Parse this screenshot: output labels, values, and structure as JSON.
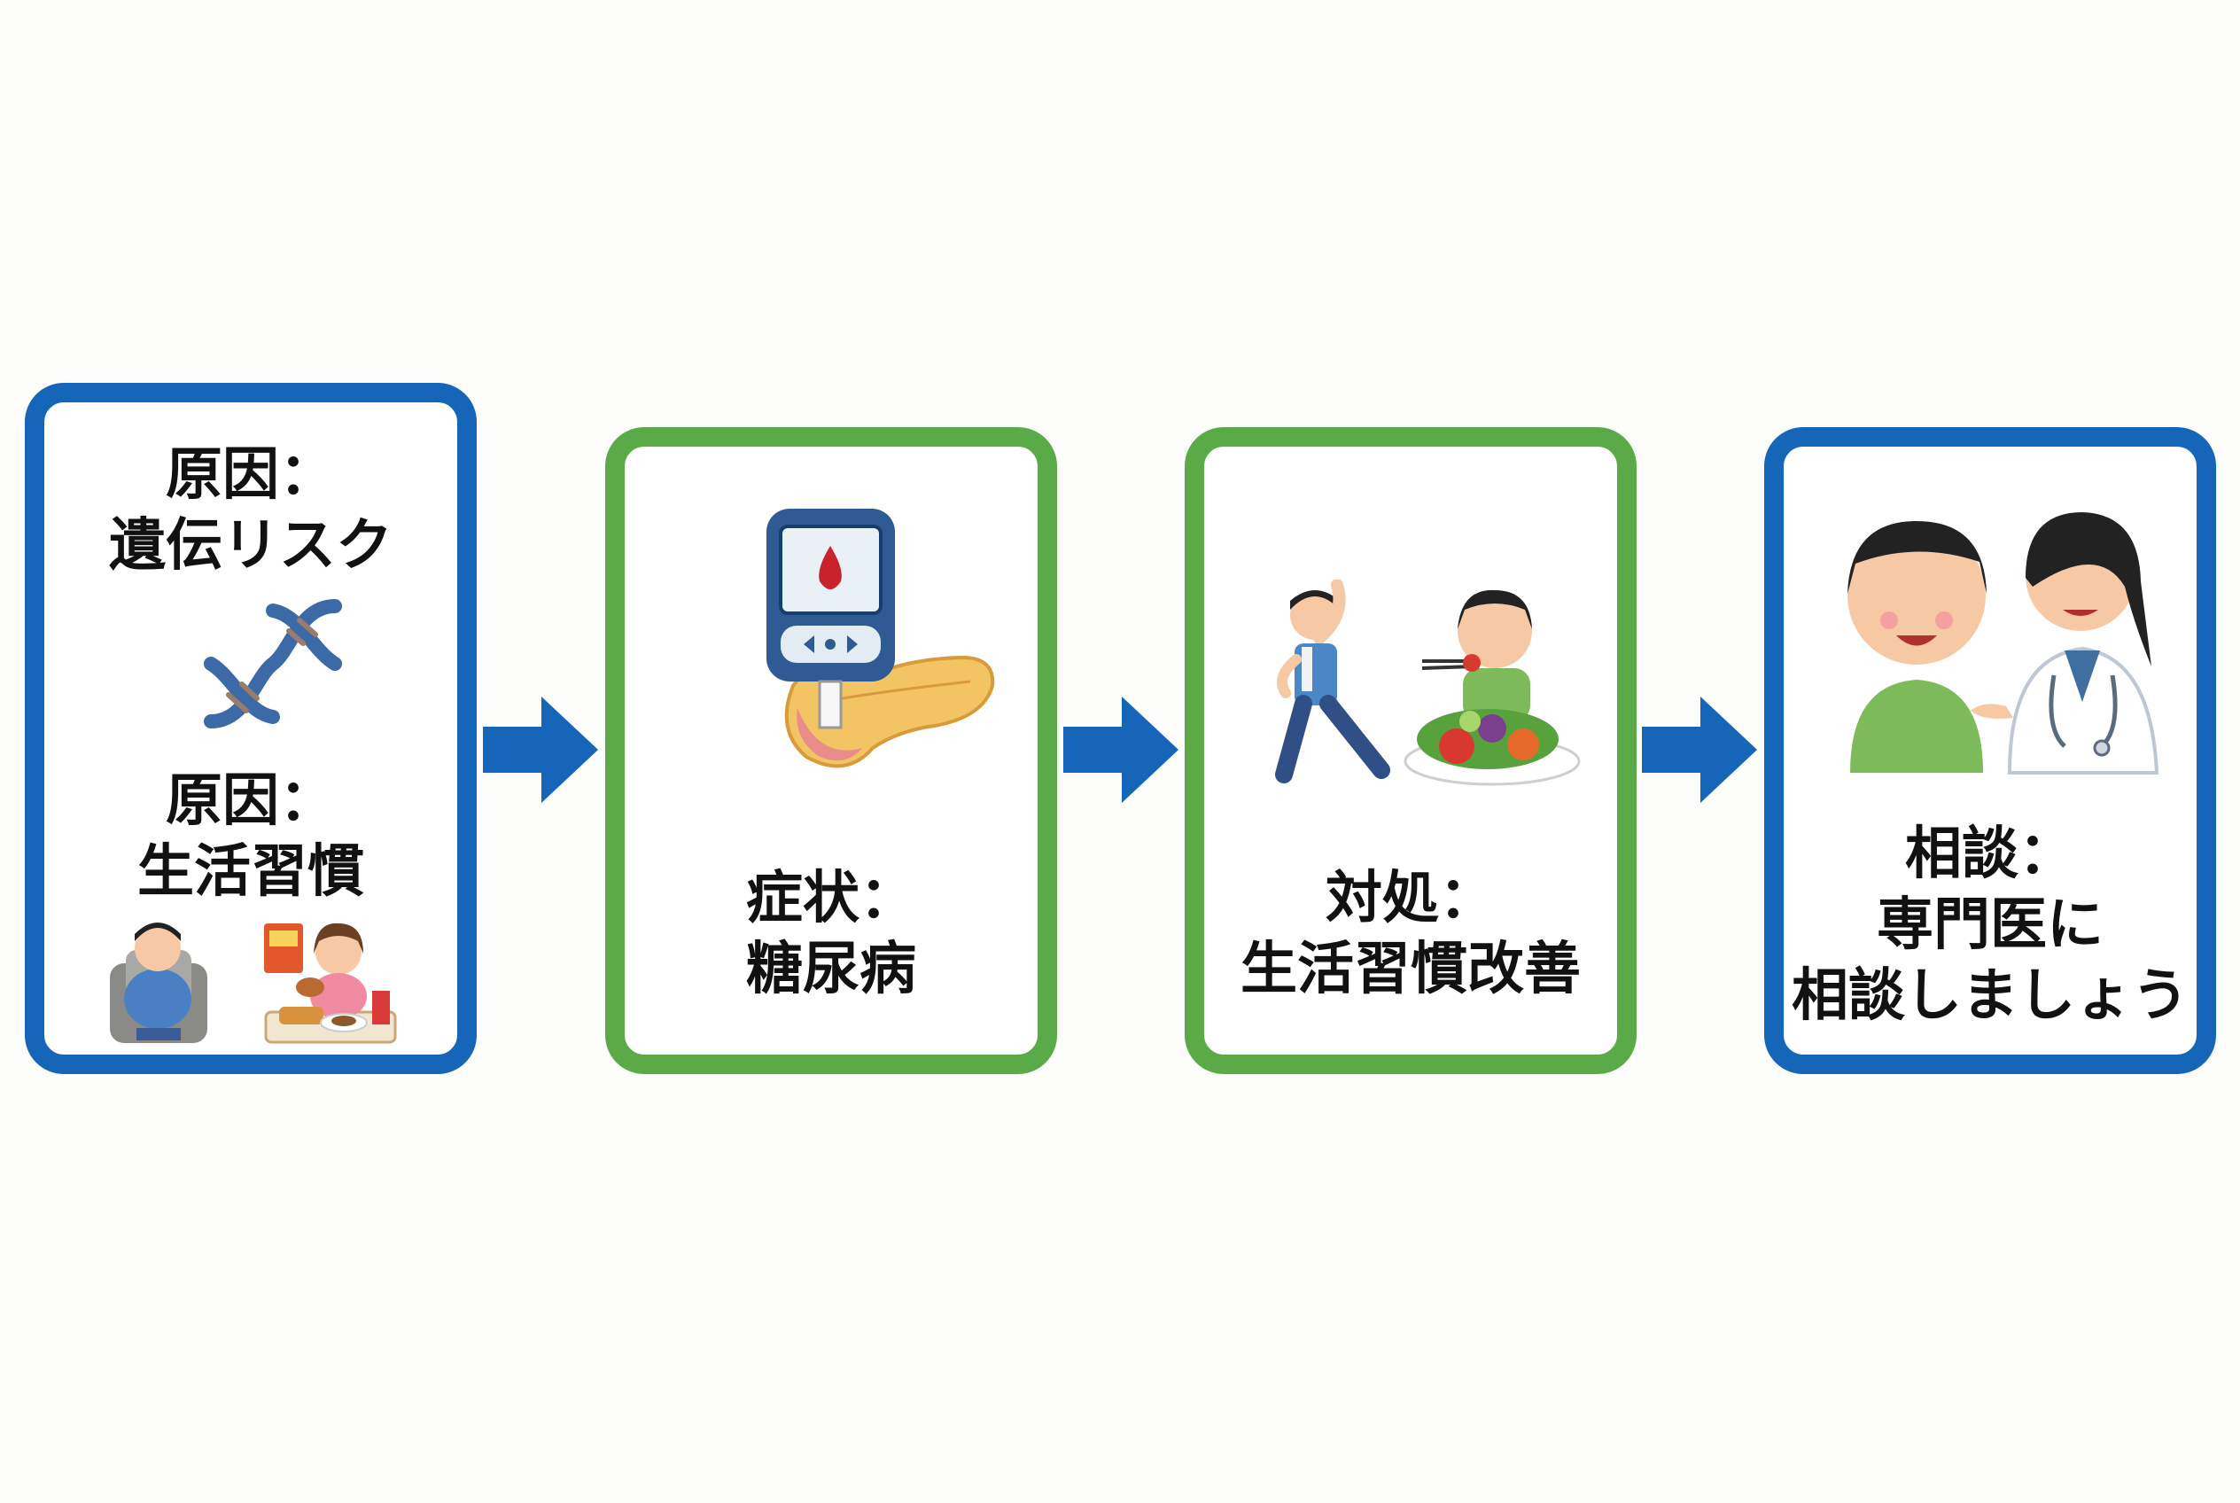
{
  "colors": {
    "blue": "#1565b8",
    "green": "#5aab48",
    "arrow": "#1565b8"
  },
  "cards": [
    {
      "label_a": [
        "原因：",
        "遺伝リスク"
      ],
      "icon_a": "dna-icon",
      "label_b": [
        "原因：",
        "生活習慣"
      ],
      "icon_b": "unhealthy-lifestyle-icon"
    },
    {
      "label": [
        "症状：",
        "糖尿病"
      ],
      "icon": "glucose-meter-pancreas-icon"
    },
    {
      "label": [
        "対処：",
        "生活習慣改善"
      ],
      "icon": "exercise-and-salad-icon"
    },
    {
      "label": [
        "相談：",
        "専門医に",
        "相談しましょう"
      ],
      "icon": "doctor-consultation-icon"
    }
  ]
}
